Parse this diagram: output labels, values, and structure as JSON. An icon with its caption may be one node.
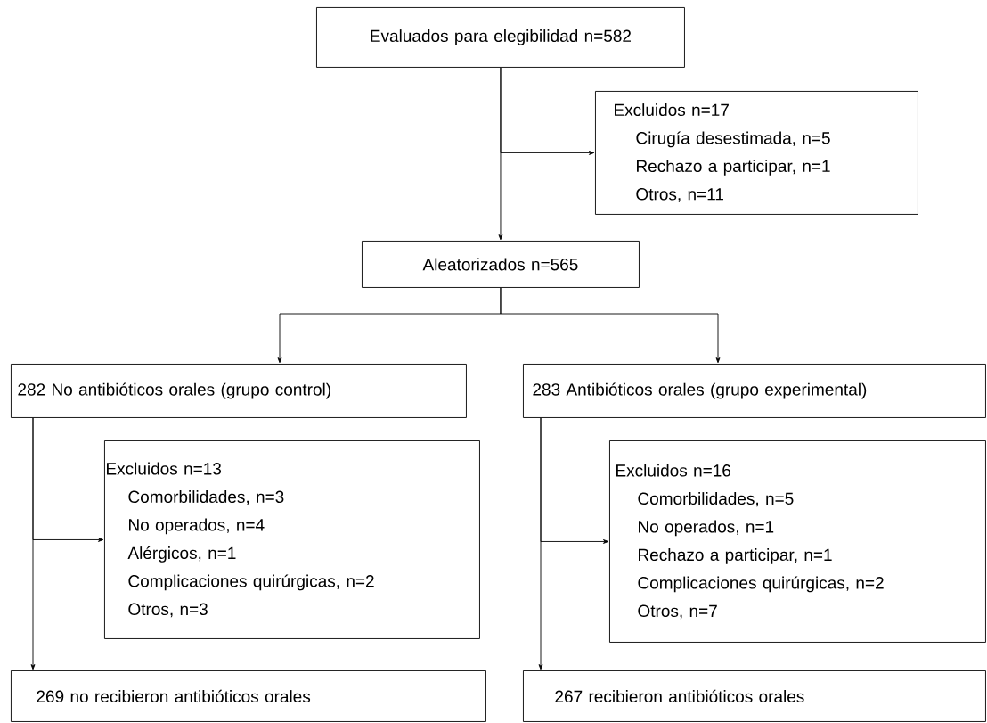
{
  "diagram": {
    "nodes": [
      {
        "text": [
          "Evaluados para elegibilidad n=582"
        ]
      },
      {
        "text": [
          "Excluidos n=17",
          "Cirugía desestimada, n=5",
          "Rechazo a participar, n=1",
          "Otros, n=11"
        ]
      },
      {
        "text": [
          "Aleatorizados n=565"
        ]
      },
      {
        "text": [
          "282 No antibióticos orales (grupo control)"
        ]
      },
      {
        "text": [
          "283 Antibióticos orales (grupo experimental)"
        ]
      },
      {
        "text": [
          "Excluidos n=13",
          "Comorbilidades, n=3",
          "No operados, n=4",
          "Alérgicos, n=1",
          "Complicaciones quirúrgicas, n=2",
          "Otros, n=3"
        ]
      },
      {
        "text": [
          "Excluidos n=16",
          "Comorbilidades, n=5",
          "No operados, n=1",
          "Rechazo a participar, n=1",
          "Complicaciones quirúrgicas, n=2",
          "Otros, n=7"
        ]
      },
      {
        "text": [
          "269 no recibieron antibióticos orales"
        ]
      },
      {
        "text": [
          "267 recibieron antibióticos orales"
        ]
      }
    ],
    "edges": [
      {
        "from": 0,
        "to": 1,
        "arrow": "to"
      },
      {
        "from": 0,
        "to": 2,
        "arrow": "to"
      },
      {
        "from": 2,
        "to": 3,
        "arrow": "to"
      },
      {
        "from": 2,
        "to": 4,
        "arrow": "to"
      },
      {
        "from": 3,
        "to": 5,
        "arrow": "to"
      },
      {
        "from": 3,
        "to": 7,
        "arrow": "to"
      },
      {
        "from": 4,
        "to": 6,
        "arrow": "to"
      },
      {
        "from": 4,
        "to": 8,
        "arrow": "to"
      }
    ]
  }
}
